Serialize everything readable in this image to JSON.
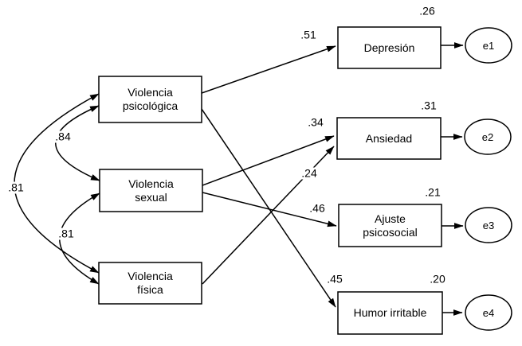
{
  "figure": {
    "type": "structural-equation-path-diagram",
    "colors": {
      "stroke": "#000000",
      "text": "#000000",
      "background": "#ffffff"
    },
    "predictors": [
      {
        "label": "Violencia\npsicológica"
      },
      {
        "label": "Violencia\nsexual"
      },
      {
        "label": "Violencia\nfísica"
      }
    ],
    "outcomes": [
      {
        "label": "Depresión",
        "variance": ".26",
        "error_label": "e1"
      },
      {
        "label": "Ansiedad",
        "variance": ".31",
        "error_label": "e2"
      },
      {
        "label": "Ajuste\npsicosocial",
        "variance": ".21",
        "error_label": "e3"
      },
      {
        "label": "Humor irritable",
        "variance": ".20",
        "error_label": "e4"
      }
    ],
    "path_coefficients": [
      {
        "from": "Violencia psicológica",
        "to": "Depresión",
        "value": ".51"
      },
      {
        "from": "Violencia sexual",
        "to": "Ansiedad",
        "value": ".34"
      },
      {
        "from": "Violencia física",
        "to": "Ansiedad",
        "value": ".24"
      },
      {
        "from": "Violencia sexual",
        "to": "Ajuste psicosocial",
        "value": ".46"
      },
      {
        "from": "Violencia psicológica",
        "to": "Humor irritable",
        "value": ".45"
      }
    ],
    "covariances": [
      {
        "between": "Violencia psicológica ↔ Violencia sexual",
        "value": ".84"
      },
      {
        "between": "Violencia sexual ↔ Violencia física",
        "value": ".81"
      },
      {
        "between": "Violencia psicológica ↔ Violencia física",
        "value": ".81"
      }
    ]
  }
}
